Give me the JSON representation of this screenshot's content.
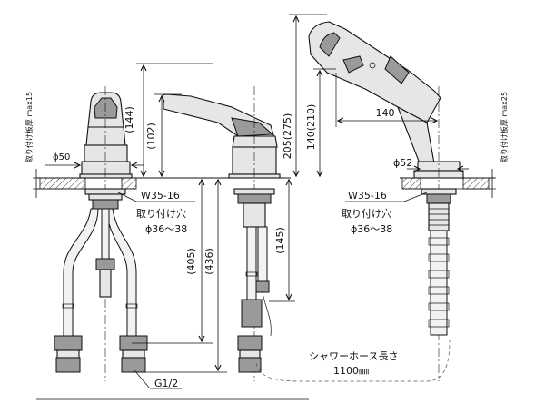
{
  "labels": {
    "h144": "(144)",
    "h102": "(102)",
    "h205": "205(275)",
    "h140": "140(210)",
    "reach": "140",
    "phi52": "ϕ52",
    "phi50": "ϕ50",
    "plate_left": "取り付け板厚 max15",
    "plate_right": "取り付け板厚 max25",
    "thread_left": "W35-16",
    "hole_left": "取り付け穴",
    "hole_dia_left": "ϕ36～38",
    "thread_right": "W35-16",
    "hole_right": "取り付け穴",
    "hole_dia_right": "ϕ36～38",
    "d405": "(405)",
    "d436": "(436)",
    "d145": "(145)",
    "shower_hose": "シャワーホース長さ",
    "shower_len": "1100㎜",
    "g12": "G1/2"
  }
}
